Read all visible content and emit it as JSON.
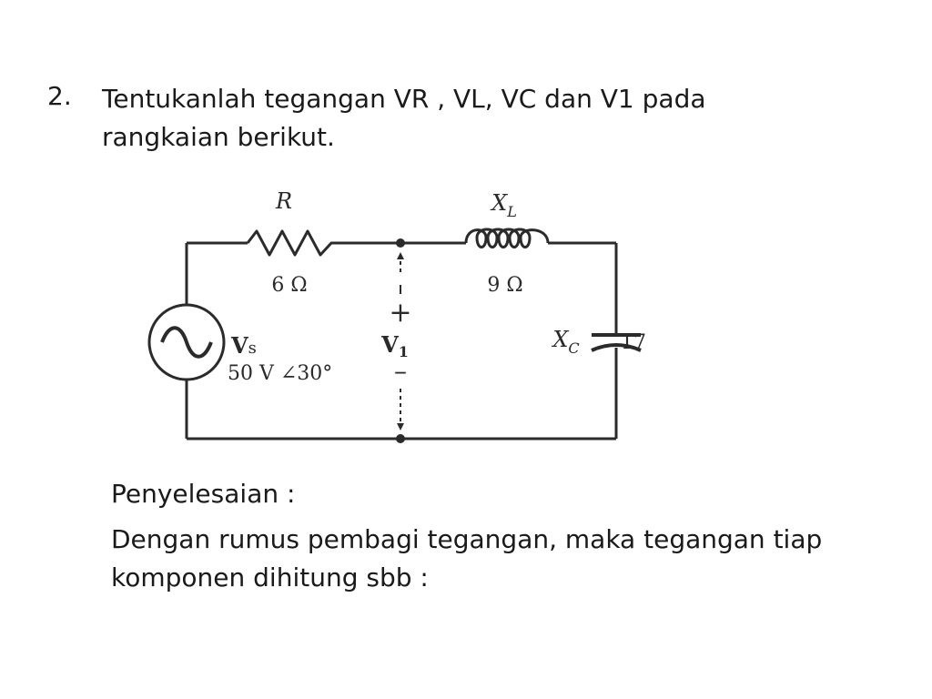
{
  "question": {
    "number": "2.",
    "text": "Tentukanlah tegangan VR , VL, VC dan V1 pada rangkaian  berikut."
  },
  "circuit": {
    "resistor_label": "R",
    "resistor_value": "6 Ω",
    "inductor_label_main": "X",
    "inductor_label_sub": "L",
    "inductor_value": "9 Ω",
    "capacitor_label_main": "X",
    "capacitor_label_sub": "C",
    "capacitor_value": "17 Ω",
    "source_label_main": "V",
    "source_label_sub": "s",
    "source_value": "50 V ∠30°",
    "voltmeter_plus": "+",
    "voltmeter_label_main": "V",
    "voltmeter_label_sub": "1",
    "voltmeter_minus": "–"
  },
  "solution": {
    "heading": "Penyelesaian :",
    "text": "Dengan rumus pembagi tegangan, maka tegangan tiap komponen dihitung sbb :"
  }
}
